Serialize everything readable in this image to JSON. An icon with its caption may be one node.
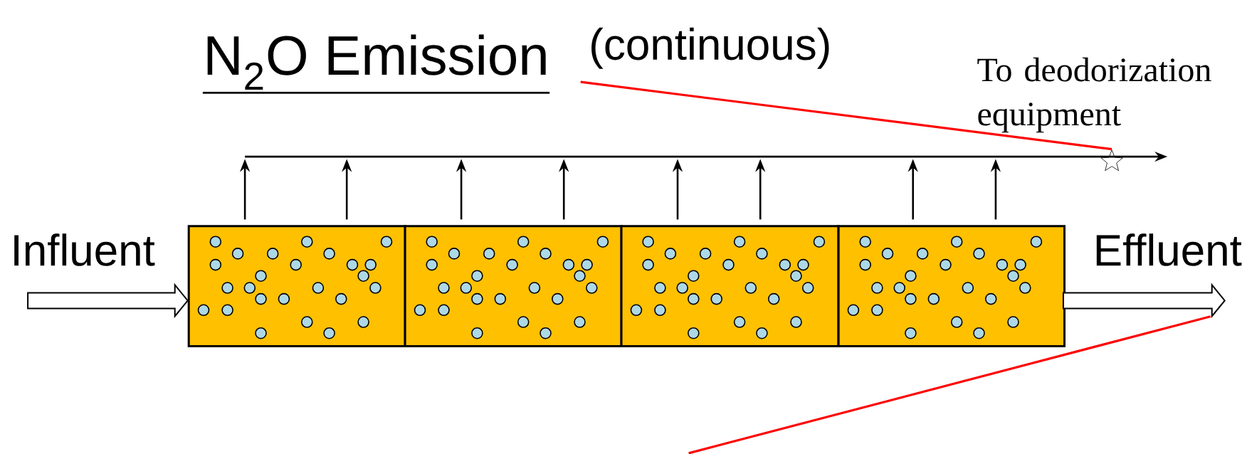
{
  "diagram": {
    "title": "N$_{2}$O Emission",
    "nodes": [
      {
        "text": [],
        "shape": "box"
      },
      {
        "text": [],
        "shape": "box"
      },
      {
        "text": [],
        "shape": "box"
      },
      {
        "text": [],
        "shape": "box"
      },
      {
        "text": [],
        "shape": "star"
      },
      {
        "text": [
          "To deodorization equipment"
        ]
      }
    ],
    "edges": [
      {
        "from": null,
        "to": 0,
        "arrow": "to"
      },
      {
        "from": 3,
        "to": null,
        "arrow": "to"
      },
      {
        "from": 0,
        "to": null,
        "arrow": "to"
      },
      {
        "from": 0,
        "to": null,
        "arrow": "to"
      },
      {
        "from": 1,
        "to": null,
        "arrow": "to"
      },
      {
        "from": 1,
        "to": null,
        "arrow": "to"
      },
      {
        "from": 2,
        "to": null,
        "arrow": "to"
      },
      {
        "from": 2,
        "to": null,
        "arrow": "to"
      },
      {
        "from": 3,
        "to": null,
        "arrow": "to"
      },
      {
        "from": 3,
        "to": null,
        "arrow": "to"
      },
      {
        "from": null,
        "to": 5,
        "arrow": "to"
      },
      {
        "from": null,
        "to": 4,
        "arrow": "none",
        "color": "#ff0000"
      }
    ],
    "labels": [
      "(continuous)",
      "Influent",
      "Effluent"
    ]
  }
}
